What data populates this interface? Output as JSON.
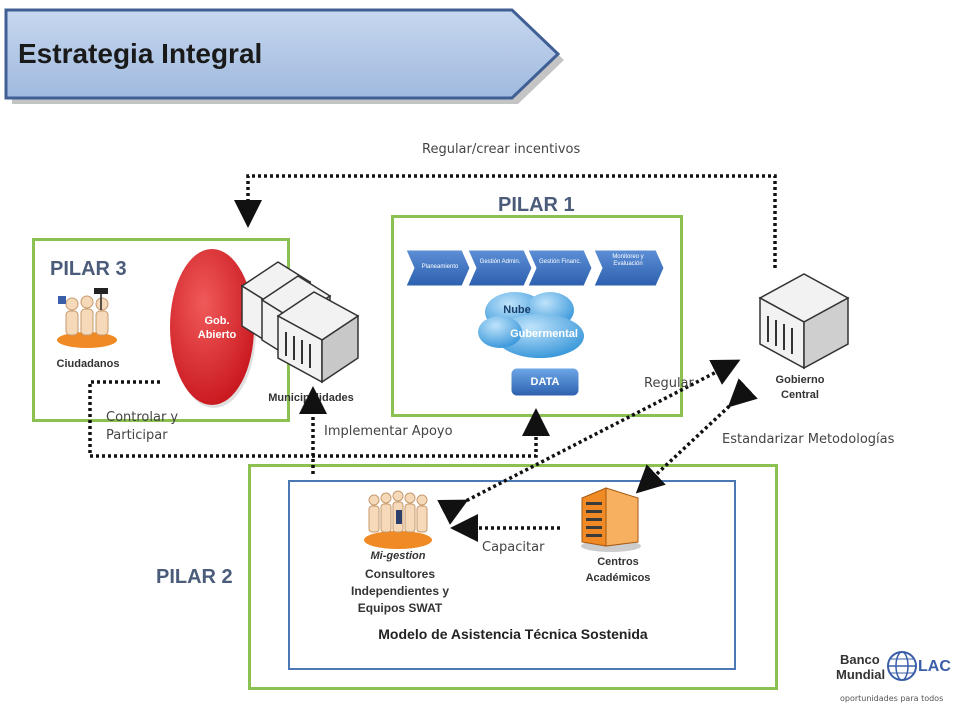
{
  "title": "Estrategia Integral",
  "pilar1": {
    "label": "PILAR 1"
  },
  "pilar2": {
    "label": "PILAR 2"
  },
  "pilar3": {
    "label": "PILAR 3"
  },
  "chevrons": [
    "Planeamiento",
    "Gestión Admin.",
    "Gestión Financ.",
    "Monitoreo y Evaluación"
  ],
  "cloud": {
    "line1": "Nube",
    "line2": "Gubermental"
  },
  "data_label": "DATA",
  "gob_abierto": "Gob. Abierto",
  "ciudadanos": "Ciudadanos",
  "municipalidades": "Municipalidades",
  "gobierno_central_1": "Gobierno",
  "gobierno_central_2": "Central",
  "arrows": {
    "regular_crear": "Regular/crear incentivos",
    "regular": "Regular",
    "controlar_1": "Controlar y",
    "controlar_2": "Participar",
    "implementar": "Implementar Apoyo",
    "estandarizar": "Estandarizar Metodologías",
    "capacitar": "Capacitar"
  },
  "migestion": {
    "title": "Mi-gestion",
    "line1": "Consultores",
    "line2": "Independientes y",
    "line3": "Equipos SWAT"
  },
  "centros_1": "Centros",
  "centros_2": "Académicos",
  "modelo": "Modelo de Asistencia Técnica Sostenida",
  "logo": {
    "banco": "Banco",
    "mundial": "Mundial",
    "lac": "LAC",
    "tagline": "oportunidades para todos"
  },
  "colors": {
    "green": "#8cc152",
    "blue": "#4a78b5",
    "banner": "#a7c0e0",
    "orange": "#f08a24"
  }
}
